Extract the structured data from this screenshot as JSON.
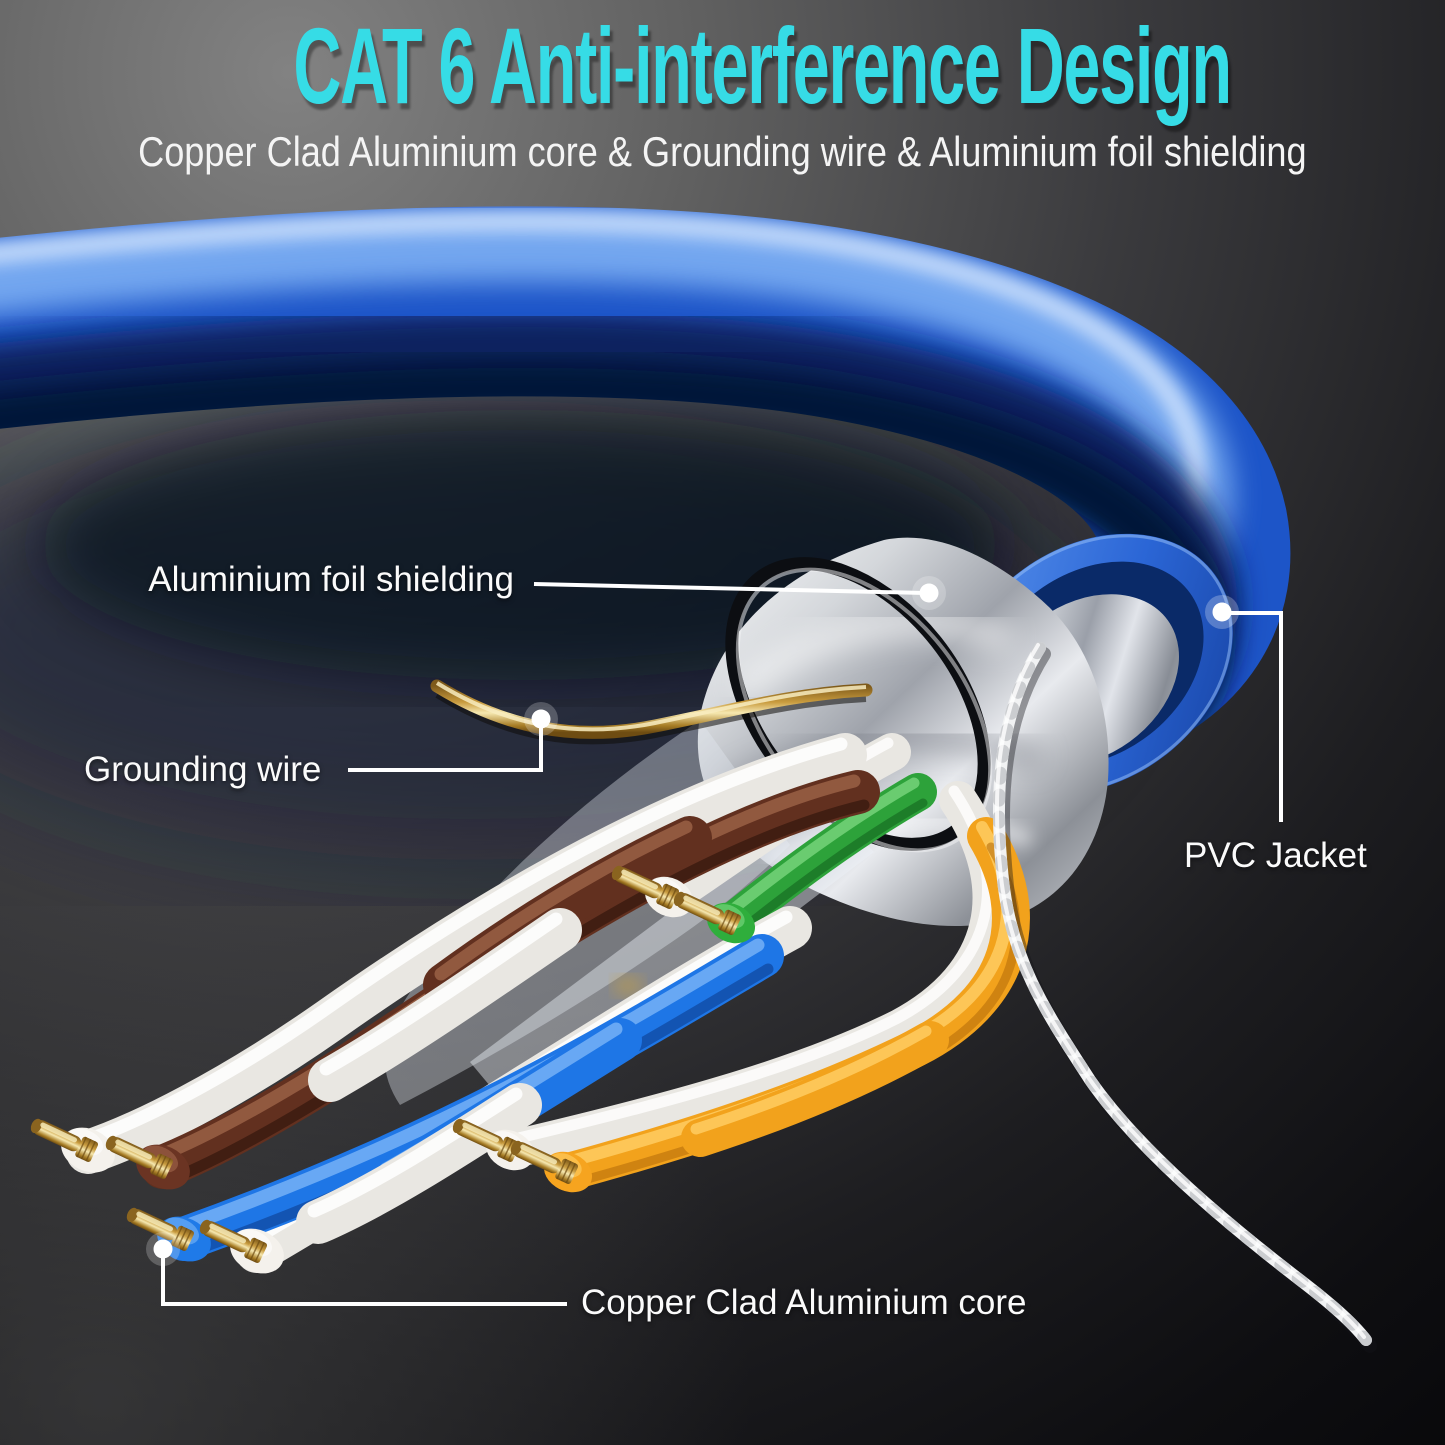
{
  "header": {
    "title": "CAT 6 Anti-interference Design",
    "subtitle": "Copper Clad Aluminium core & Grounding wire & Aluminium foil shielding",
    "title_color": "#36dce6"
  },
  "callouts": {
    "foil": {
      "label": "Aluminium foil shielding"
    },
    "grounding": {
      "label": "Grounding wire"
    },
    "jacket": {
      "label": "PVC Jacket"
    },
    "core": {
      "label": "Copper Clad Aluminium core"
    }
  },
  "illustration": {
    "subject": "CAT 6 ethernet cable cutaway",
    "colors": {
      "jacket_blue": "#2566d8",
      "jacket_inner_blue": "#0a2a68",
      "foil_silver": "#c9ccd2",
      "foil_cut_edge": "#0c0e12",
      "grounding_gold": "#c99c3f",
      "pair_brown": "#62301f",
      "pair_blue": "#1e76e6",
      "pair_green": "#2da23a",
      "pair_orange": "#f2a21c",
      "pair_white": "#e9e7e2",
      "copper_pin_gold": "#d2a84a",
      "rip_cord_white": "#f1f2f3",
      "leader_line_white": "#ffffff",
      "background_dark": "#1a1a1d"
    }
  }
}
